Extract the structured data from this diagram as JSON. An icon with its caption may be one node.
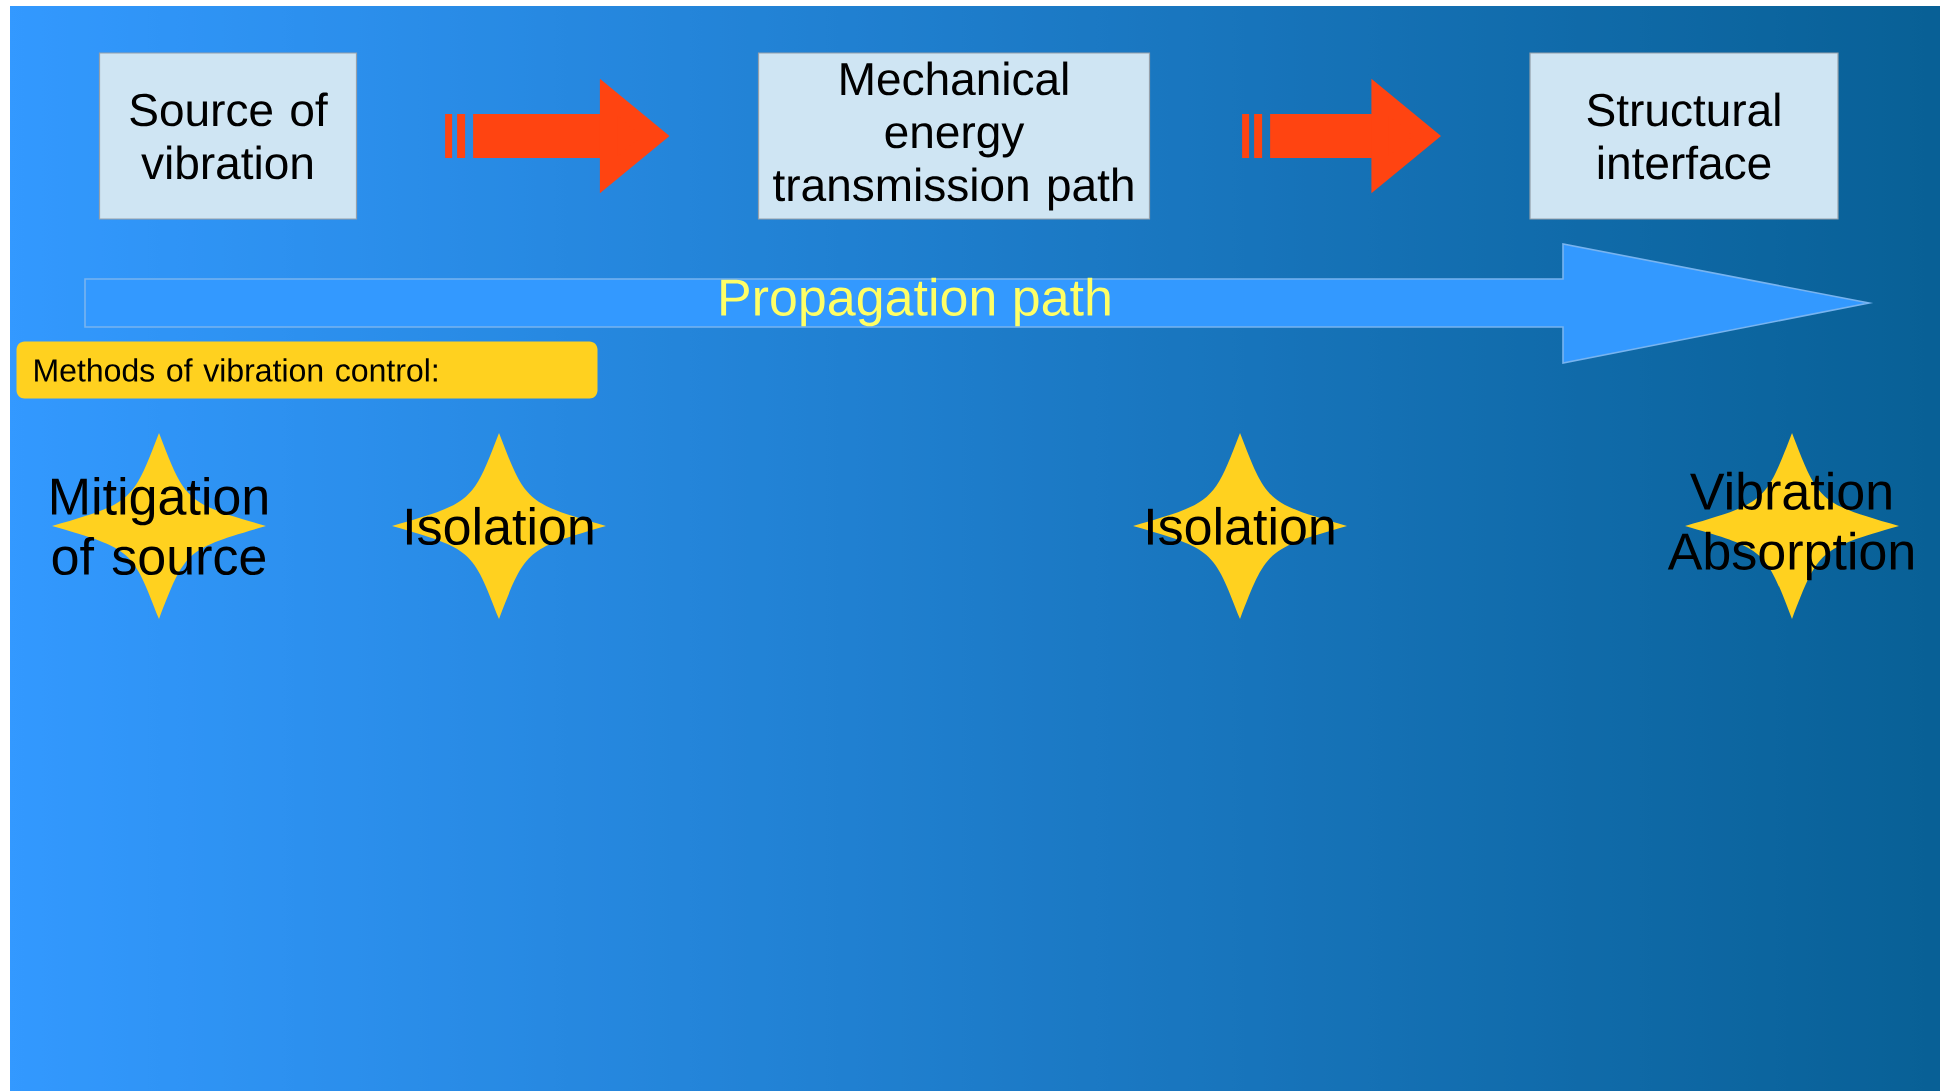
{
  "diagram": {
    "nodes": [
      {
        "text": [
          "Source of vibration"
        ]
      },
      {
        "text": [
          "Mechanical energy transmission path"
        ]
      },
      {
        "text": [
          "Structural interface"
        ]
      },
      {
        "text": [
          "Methods of vibration control:"
        ]
      },
      {
        "text": [
          "Mitigation of source"
        ]
      },
      {
        "text": [
          "Isolation"
        ]
      },
      {
        "text": [
          "Isolation"
        ]
      },
      {
        "text": [
          "Vibration Absorption"
        ]
      }
    ],
    "edges": [
      {
        "from": 0,
        "to": 1,
        "arrow": "to"
      },
      {
        "from": 1,
        "to": 2,
        "arrow": "to"
      }
    ],
    "labels": [
      "Propagation path"
    ]
  }
}
